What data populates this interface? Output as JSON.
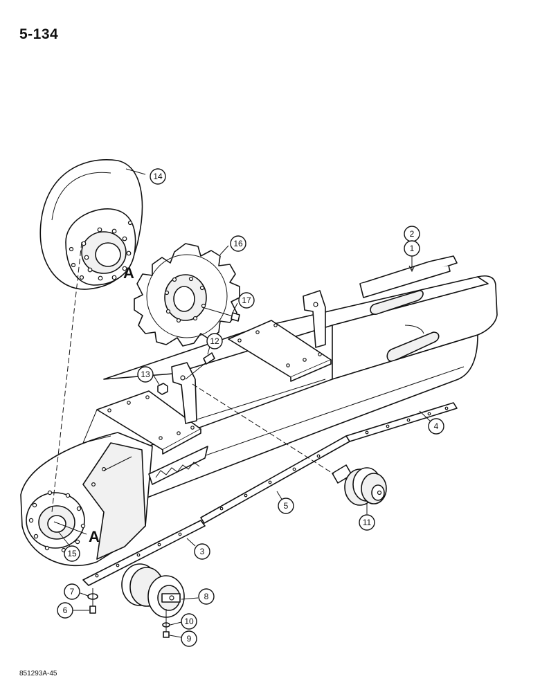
{
  "page": {
    "number": "5-134",
    "figure_code": "851293A-45"
  },
  "reference_letter": "A",
  "callouts": [
    "14",
    "16",
    "17",
    "12",
    "13",
    "2",
    "1",
    "4",
    "5",
    "11",
    "3",
    "15",
    "7",
    "6",
    "8",
    "10",
    "9"
  ]
}
